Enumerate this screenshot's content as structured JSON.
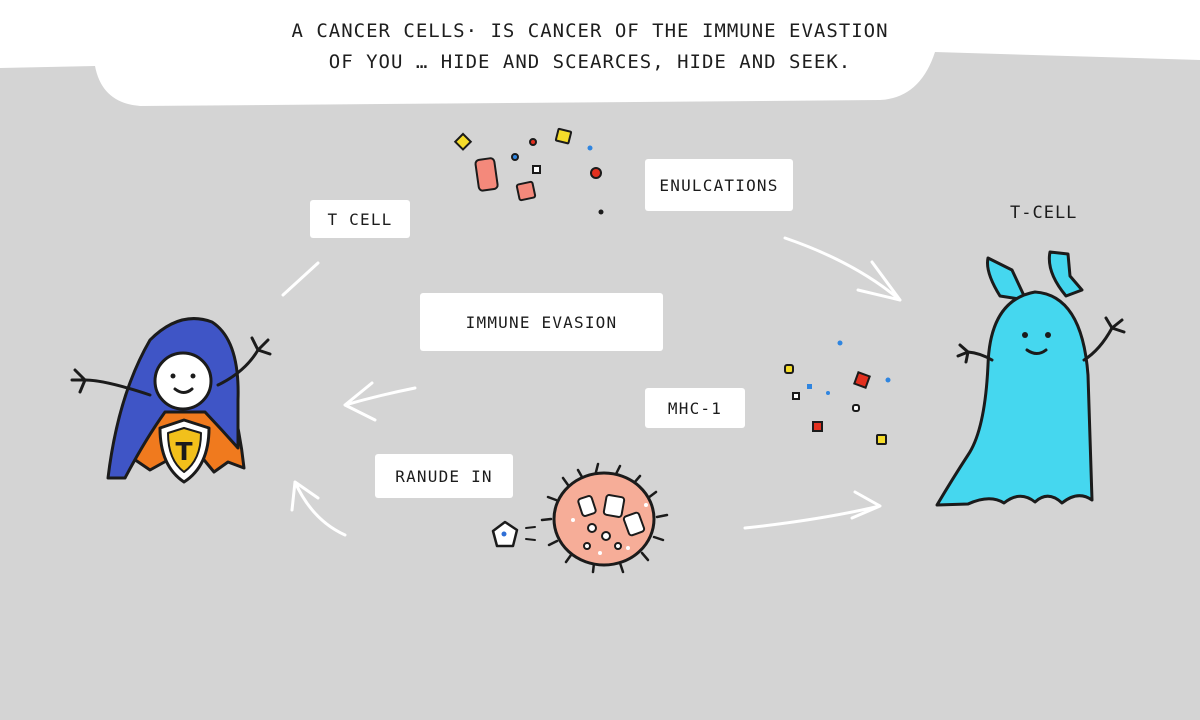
{
  "header": {
    "line1": "A CANCER CELLS· IS CANCER OF THE IMMUNE EVASTION",
    "line2": "OF YOU … HIDE AND SCEARCES, HIDE AND SEEK."
  },
  "labels": {
    "t_cell_left": "T CELL",
    "enulcations": "ENULCATIONS",
    "t_cell_right": "T-CELL",
    "immune_evasion": "IMMUNE EVASION",
    "mhc": "MHC-1",
    "ranude": "RANUDE IN"
  },
  "characters": {
    "hero_shield_letter": "T"
  },
  "colors": {
    "backdrop": "#d4d4d4",
    "hero_hood": "#3f55c6",
    "hero_cape": "#f07a1e",
    "shield": "#f2c01b",
    "ghost": "#45d7ef",
    "cancer_cell": "#f6ad98"
  }
}
